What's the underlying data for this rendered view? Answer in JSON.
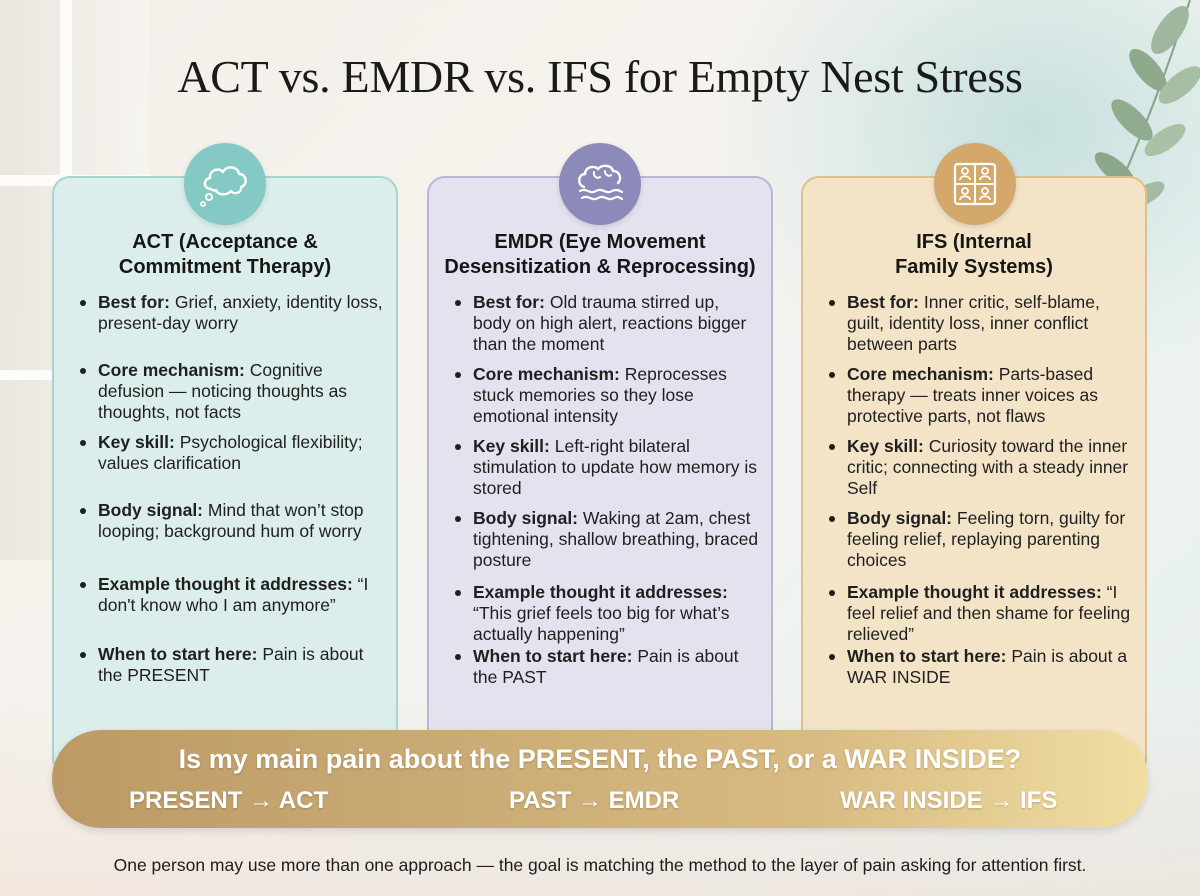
{
  "title": "ACT vs. EMDR vs. IFS for Empty Nest Stress",
  "cards": [
    {
      "title_line1": "ACT (Acceptance &",
      "title_line2": "Commitment Therapy)",
      "bullets": [
        {
          "label": "Best for:",
          "text": "Grief, anxiety, identity loss, present-day worry"
        },
        {
          "label": "Core mechanism:",
          "text": "Cognitive defusion — noticing thoughts as thoughts, not facts"
        },
        {
          "label": "Key skill:",
          "text": "Psychological flexibility; values clarification"
        },
        {
          "label": "Body signal:",
          "text": "Mind that won’t stop looping; background hum of worry"
        },
        {
          "label": "Example thought it addresses:",
          "text": "“I don't know who I am anymore”"
        },
        {
          "label": "When to start here:",
          "text": "Pain is about the PRESENT"
        }
      ]
    },
    {
      "title_line1": "EMDR (Eye Movement",
      "title_line2": "Desensitization & Reprocessing)",
      "bullets": [
        {
          "label": "Best for:",
          "text": "Old trauma stirred up, body on high alert, reactions bigger than the moment"
        },
        {
          "label": "Core mechanism:",
          "text": "Reprocesses stuck memories so they lose emotional intensity"
        },
        {
          "label": "Key skill:",
          "text": "Left-right bilateral stimulation to update how memory is stored"
        },
        {
          "label": "Body signal:",
          "text": "Waking at 2am, chest tightening, shallow breathing, braced posture"
        },
        {
          "label": "Example thought it addresses:",
          "text": "“This grief feels too big for what’s actually happening”"
        },
        {
          "label": "When to start here:",
          "text": "Pain is about the PAST"
        }
      ]
    },
    {
      "title_line1": "IFS (Internal",
      "title_line2": "Family Systems)",
      "bullets": [
        {
          "label": "Best for:",
          "text": "Inner critic, self-blame, guilt, identity loss, inner conflict between parts"
        },
        {
          "label": "Core mechanism:",
          "text": "Parts-based therapy — treats inner voices as protective parts, not flaws"
        },
        {
          "label": "Key skill:",
          "text": "Curiosity toward the inner critic; connecting with a steady inner Self"
        },
        {
          "label": "Body signal:",
          "text": "Feeling torn, guilty for feeling relief, replaying parenting choices"
        },
        {
          "label": "Example thought it addresses:",
          "text": "“I feel relief and then shame for feeling relieved”"
        },
        {
          "label": "When to start here:",
          "text": "Pain is about a WAR INSIDE"
        }
      ]
    }
  ],
  "icons": [
    "thought-bubble-icon",
    "brain-waves-icon",
    "puzzle-people-icon"
  ],
  "banner": {
    "question": "Is my main pain about the PRESENT, the PAST, or a WAR INSIDE?",
    "answers": [
      "PRESENT → ACT",
      "PAST → EMDR",
      "WAR INSIDE → IFS"
    ]
  },
  "footnote": "One person may use more than one approach — the goal is matching the method to the layer of pain asking for attention first.",
  "colors": {
    "act": "#84c9c3",
    "emdr": "#8b8ab8",
    "ifs": "#d3a86a",
    "banner": "#c9aa74"
  }
}
